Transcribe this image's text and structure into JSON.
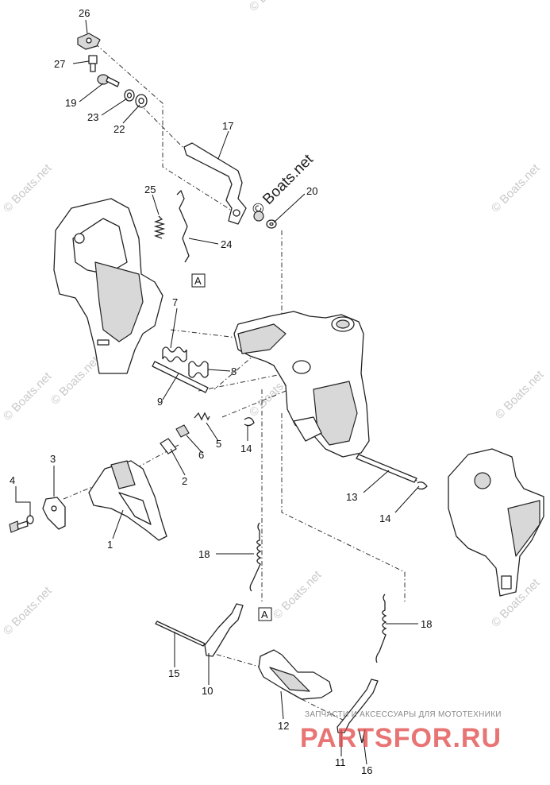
{
  "diagram": {
    "callouts": [
      "26",
      "27",
      "19",
      "23",
      "22",
      "17",
      "20",
      "25",
      "24",
      "7",
      "8",
      "9",
      "5",
      "6",
      "14",
      "3",
      "4",
      "2",
      "1",
      "13",
      "14",
      "18",
      "18",
      "15",
      "10",
      "12",
      "11",
      "16"
    ],
    "box_labels": [
      "A",
      "A"
    ],
    "watermarks": [
      "© Boats.net",
      "© Boats.net",
      "© Boats.net",
      "© Boats.net",
      "© Boats.net",
      "© Boats.net",
      "© Boats.net",
      "© Boats.net",
      "© Boats.net",
      "© Boats.net"
    ],
    "watermark_dark": "© Boats.net",
    "brand": {
      "tagline": "ЗАПЧАСТИ И АКСЕССУАРЫ ДЛЯ МОТОТЕХНИКИ",
      "name": "PARTSFOR.RU"
    }
  }
}
